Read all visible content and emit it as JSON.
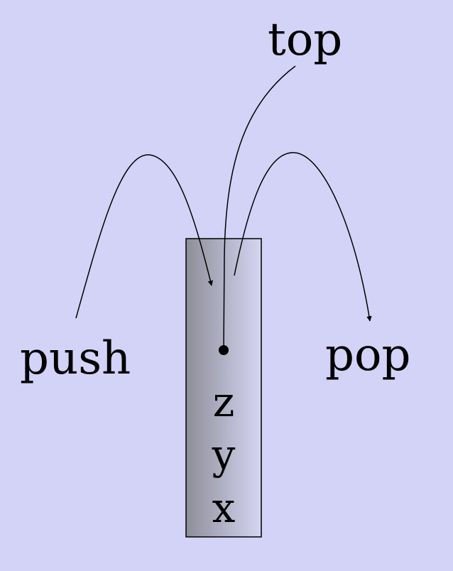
{
  "colors": {
    "background": "#d3d3f8",
    "stack_gradient_dark": "#8e8e99",
    "stack_gradient_light": "#d5d5f3",
    "stroke": "#000000"
  },
  "labels": {
    "push": "push",
    "pop": "pop",
    "top": "top"
  },
  "stack": {
    "items": [
      "z",
      "y",
      "x"
    ]
  }
}
